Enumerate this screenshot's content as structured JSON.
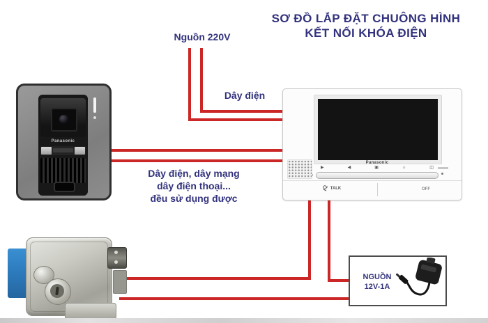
{
  "title": {
    "line1": "SƠ ĐỒ LẮP ĐẶT CHUÔNG HÌNH",
    "line2": "KẾT NỐI KHÓA ĐIỆN"
  },
  "labels": {
    "power_220v": "Nguồn 220V",
    "day_dien": "Dây điện",
    "wire_note": {
      "line1": "Dây điện, dây mạng",
      "line2": "dây điện thoại...",
      "line3": "đều sử dụng được"
    }
  },
  "door_station": {
    "brand": "Panasonic"
  },
  "monitor": {
    "brand": "Panasonic",
    "icons": [
      {
        "name": "play-icon",
        "glyph": "▶"
      },
      {
        "name": "speaker-icon",
        "glyph": "◀"
      },
      {
        "name": "screen-icon",
        "glyph": "▣"
      },
      {
        "name": "brightness-icon",
        "glyph": "☼"
      },
      {
        "name": "door-release-icon",
        "glyph": "◫"
      }
    ],
    "talk_label": "TALK",
    "off_label": "OFF"
  },
  "adapter": {
    "line1": "NGUỒN",
    "line2": "12V-1A"
  },
  "colors": {
    "wire": "#cc2727",
    "text_navy": "#32327d",
    "lock_blue": "#2e7ec0"
  }
}
